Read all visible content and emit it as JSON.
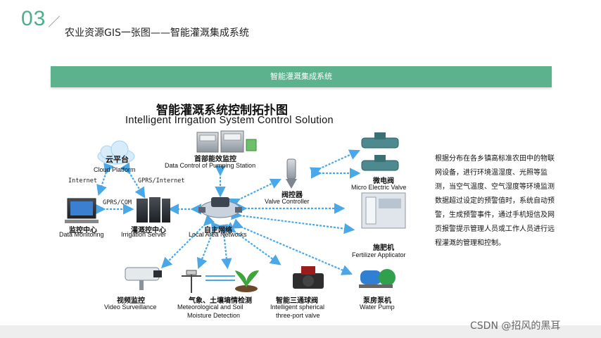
{
  "header": {
    "number": "03",
    "title": "农业资源GIS一张图——智能灌溉集成系统"
  },
  "banner": {
    "label": "智能灌溉集成系统"
  },
  "topology": {
    "title_cn": "智能灌溉系统控制拓扑图",
    "title_en": "Intelligent Irrigation System Control Solution",
    "nodes": {
      "cloud": {
        "cn": "云平台",
        "en": "Cloud Platform"
      },
      "pumping": {
        "cn": "首部能效监控",
        "en": "Data Control of Pumping Station"
      },
      "valve_ctrl": {
        "cn": "阀控器",
        "en": "Valve Controller"
      },
      "micro_valve": {
        "cn": "微电阀",
        "en": "Micro Electric Valve"
      },
      "monitoring": {
        "cn": "监控中心",
        "en": "Data Monitoring"
      },
      "irrigation_server": {
        "cn": "灌溉控中心",
        "en": "Irrigation Server"
      },
      "lan": {
        "cn": "自主网络",
        "en": "Local Area Networks"
      },
      "fertilizer": {
        "cn": "施肥机",
        "en": "Fertilizer Applicator"
      },
      "video": {
        "cn": "视频监控",
        "en": "Video Surveillance"
      },
      "meteo": {
        "cn": "气象、土壤墒情检测",
        "en1": "Meteorological and Soil",
        "en2": "Moisture Detection"
      },
      "ball_valve": {
        "cn": "智能三通球阀",
        "en1": "Intelligent spherical",
        "en2": "three-port valve"
      },
      "pump": {
        "cn": "泵房泵机",
        "en": "Water Pump"
      }
    },
    "links": {
      "internet": "Internet",
      "gprs_internet": "GPRS/Internet",
      "gprs_com": "GPRS/COM"
    }
  },
  "description": "根据分布在各乡镇高标准农田中的物联网设备，进行环境温湿度、光照等监测，当空气温度、空气湿度等环境监测数据超过设定的预警值时，系统自动预警，生成预警事件，通过手机短信及网页报警提示管理人员或工作人员进行远程灌溉的管理和控制。",
  "watermark": "CSDN @招风的黑耳",
  "colors": {
    "accent": "#5db28e",
    "arrow": "#4aa8e8"
  }
}
